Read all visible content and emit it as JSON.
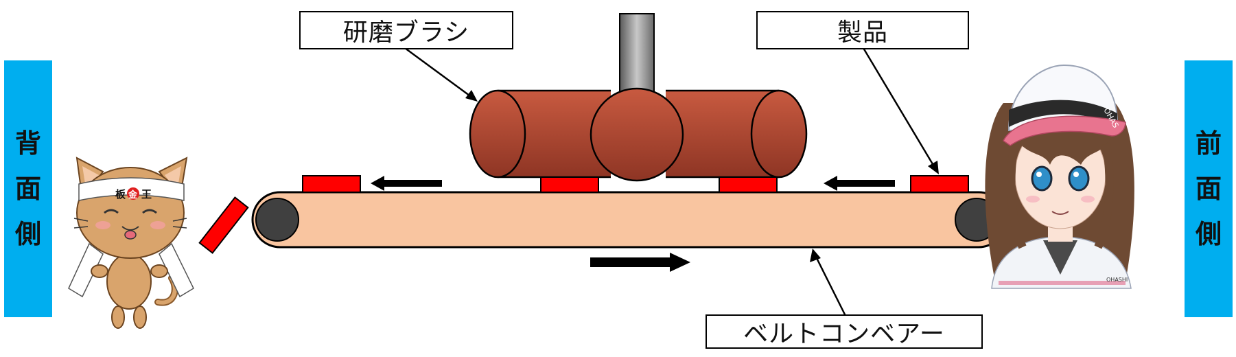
{
  "labels": {
    "brush": "研磨ブラシ",
    "product": "製品",
    "conveyor": "ベルトコンベアー"
  },
  "sides": {
    "back": {
      "chars": [
        "背",
        "面",
        "側"
      ]
    },
    "front": {
      "chars": [
        "前",
        "面",
        "側"
      ]
    }
  },
  "mascot_headband": "板金王",
  "colors": {
    "side_panel": "#00AEEF",
    "brush": "#B04A33",
    "belt": "#F9C5A0",
    "product": "#FF0000",
    "roller": "#404040",
    "shaft": "#909090"
  },
  "icons": [
    "cat-mascot-icon",
    "worker-girl-icon",
    "arrow-left-icon",
    "arrow-right-icon"
  ]
}
